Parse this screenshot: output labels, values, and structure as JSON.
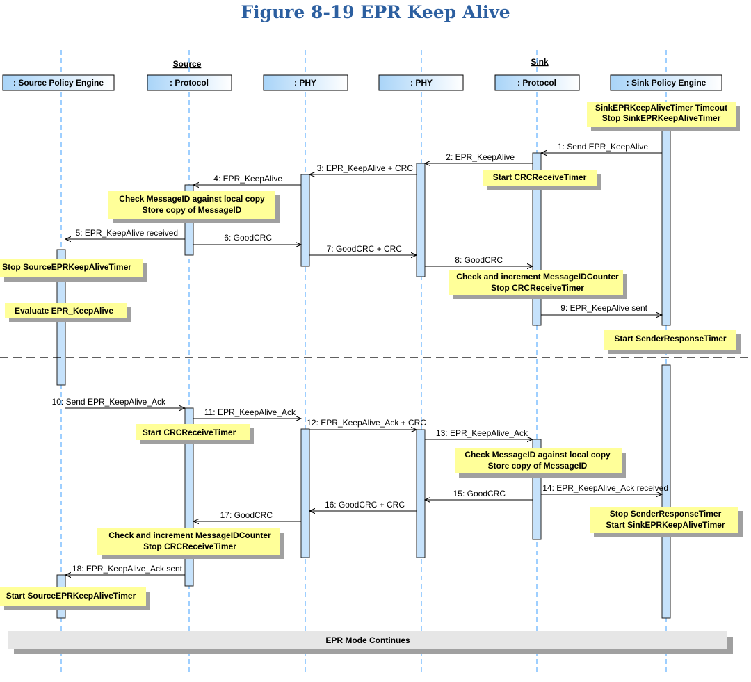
{
  "title": "Figure 8-19 EPR Keep Alive",
  "groups": {
    "source": "Source",
    "sink": "Sink"
  },
  "participants": [
    {
      "id": "spe",
      "label": ": Source Policy Engine"
    },
    {
      "id": "sprot",
      "label": ": Protocol"
    },
    {
      "id": "sphy",
      "label": ": PHY"
    },
    {
      "id": "kphy",
      "label": ": PHY"
    },
    {
      "id": "kprot",
      "label": ": Protocol"
    },
    {
      "id": "kpe",
      "label": ": Sink Policy Engine"
    }
  ],
  "messages": [
    {
      "from": "kpe",
      "to": "kprot",
      "label": "1: Send EPR_KeepAlive"
    },
    {
      "from": "kprot",
      "to": "kphy",
      "label": "2: EPR_KeepAlive"
    },
    {
      "from": "kphy",
      "to": "sphy",
      "label": "3: EPR_KeepAlive + CRC"
    },
    {
      "from": "sphy",
      "to": "sprot",
      "label": "4: EPR_KeepAlive"
    },
    {
      "from": "sprot",
      "to": "spe",
      "label": "5: EPR_KeepAlive received"
    },
    {
      "from": "sprot",
      "to": "sphy",
      "label": "6: GoodCRC"
    },
    {
      "from": "sphy",
      "to": "kphy",
      "label": "7: GoodCRC + CRC"
    },
    {
      "from": "kphy",
      "to": "kprot",
      "label": "8: GoodCRC"
    },
    {
      "from": "kprot",
      "to": "kpe",
      "label": "9: EPR_KeepAlive sent"
    },
    {
      "from": "spe",
      "to": "sprot",
      "label": "10: Send EPR_KeepAlive_Ack"
    },
    {
      "from": "sprot",
      "to": "sphy",
      "label": "11: EPR_KeepAlive_Ack"
    },
    {
      "from": "sphy",
      "to": "kphy",
      "label": "12: EPR_KeepAlive_Ack + CRC"
    },
    {
      "from": "kphy",
      "to": "kprot",
      "label": "13: EPR_KeepAlive_Ack"
    },
    {
      "from": "kprot",
      "to": "kpe",
      "label": "14: EPR_KeepAlive_Ack received"
    },
    {
      "from": "kprot",
      "to": "kphy",
      "label": "15: GoodCRC"
    },
    {
      "from": "kphy",
      "to": "sphy",
      "label": "16: GoodCRC + CRC"
    },
    {
      "from": "sphy",
      "to": "sprot",
      "label": "17: GoodCRC"
    },
    {
      "from": "sprot",
      "to": "spe",
      "label": "18: EPR_KeepAlive_Ack sent"
    }
  ],
  "notes": [
    {
      "lines": [
        "SinkEPRKeepAliveTimer Timeout",
        "Stop SinkEPRKeepAliveTimer"
      ]
    },
    {
      "lines": [
        "Start CRCReceiveTimer"
      ]
    },
    {
      "lines": [
        "Check MessageID against local copy",
        "Store copy of MessageID"
      ]
    },
    {
      "lines": [
        "Stop SourceEPRKeepAliveTimer"
      ]
    },
    {
      "lines": [
        "Check and increment MessageIDCounter",
        "Stop CRCReceiveTimer"
      ]
    },
    {
      "lines": [
        "Evaluate EPR_KeepAlive"
      ]
    },
    {
      "lines": [
        "Start SenderResponseTimer"
      ]
    },
    {
      "lines": [
        "Start CRCReceiveTimer"
      ]
    },
    {
      "lines": [
        "Check MessageID against local copy",
        "Store copy of MessageID"
      ]
    },
    {
      "lines": [
        "Stop SenderResponseTimer",
        "Start SinkEPRKeepAliveTimer"
      ]
    },
    {
      "lines": [
        "Check and increment MessageIDCounter",
        "Stop CRCReceiveTimer"
      ]
    },
    {
      "lines": [
        "Start SourceEPRKeepAliveTimer"
      ]
    }
  ],
  "footer": "EPR Mode Continues",
  "colors": {
    "title": "#2c5fa0",
    "lifeline": "#7fbfff",
    "activation_fill": "#c6e2fb",
    "header_fill": "#d4ebfd",
    "note_fill": "#ffff99",
    "shadow": "#a0a0a0",
    "footer_fill": "#e6e6e6"
  }
}
